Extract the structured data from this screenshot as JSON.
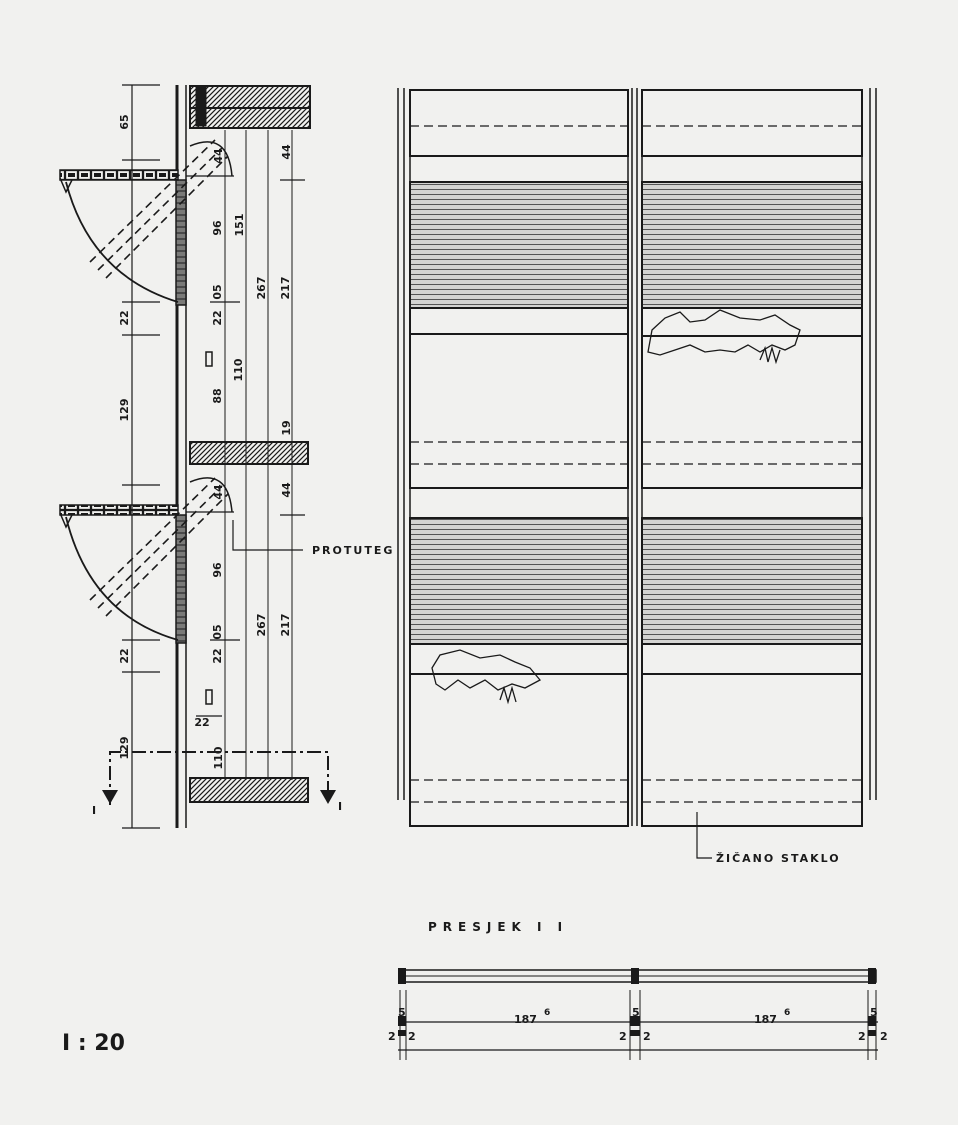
{
  "scale": "I : 20",
  "section_title": "PRESJEK  I I",
  "labels": {
    "counterweight": "PROTUTEG",
    "wired_glass": "ŽIČANO STAKLO"
  },
  "section_marker": "I",
  "elevation_dims": {
    "d65": "65",
    "d44a": "44",
    "d44b": "44",
    "d96a": "96",
    "d96b": "96",
    "sup5": "5",
    "d151": "151",
    "d267a": "267",
    "d267b": "267",
    "d217a": "217",
    "d217b": "217",
    "d05a": "05",
    "d05b": "05",
    "d22a": "22",
    "d22b": "22",
    "d22c": "22",
    "d22d": "22",
    "d22e": "22",
    "d129a": "129",
    "d129b": "129",
    "d110a": "110",
    "d110b": "110",
    "d88": "88",
    "d19": "19",
    "d44c": "44",
    "d44d": "44"
  },
  "plan_dims": {
    "w187": "187",
    "sup6": "6",
    "d5": "5",
    "d2": "2"
  },
  "colors": {
    "ink": "#1a1a1a",
    "paper": "#f1f1ef"
  }
}
